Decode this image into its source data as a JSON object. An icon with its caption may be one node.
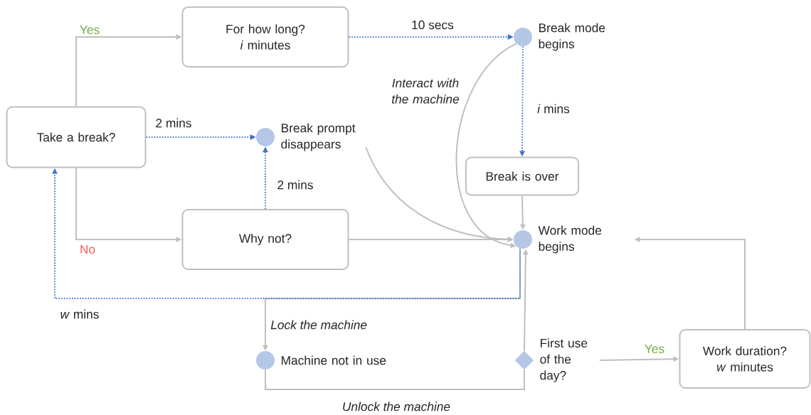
{
  "diagram": {
    "nodes": [
      {
        "text": [
          "Take a break?"
        ]
      },
      {
        "text": [
          "For how long? *i* minutes"
        ]
      },
      {
        "text": [],
        "shape": "circle",
        "beside": [
          "Break mode begins"
        ]
      },
      {
        "text": [],
        "shape": "circle",
        "beside": [
          "Break prompt disappears"
        ]
      },
      {
        "text": [
          "Break is over"
        ]
      },
      {
        "text": [
          "Why not?"
        ]
      },
      {
        "text": [],
        "shape": "circle",
        "beside": [
          "Work mode begins"
        ]
      },
      {
        "text": [],
        "shape": "circle",
        "beside": [
          "Machine not in use"
        ]
      },
      {
        "text": [],
        "shape": "diamond",
        "beside": [
          "First use of the day?"
        ]
      },
      {
        "text": [
          "Work duration? *w* minutes"
        ]
      }
    ],
    "edges": [
      {
        "from": 0,
        "to": 1,
        "arrow": "to",
        "label": "Yes"
      },
      {
        "from": 0,
        "to": 5,
        "arrow": "to",
        "label": "No"
      },
      {
        "from": 0,
        "to": 3,
        "arrow": "to",
        "label": "2 mins",
        "style": "dashed",
        "color": "#4472c4"
      },
      {
        "from": 1,
        "to": 2,
        "arrow": "to",
        "label": "10 secs",
        "style": "dashed",
        "color": "#4472c4"
      },
      {
        "from": 2,
        "to": 4,
        "arrow": "to",
        "label": "*i* mins",
        "style": "dashed",
        "color": "#4472c4"
      },
      {
        "from": 5,
        "to": 3,
        "arrow": "to",
        "label": "2 mins",
        "style": "dashed",
        "color": "#4472c4"
      },
      {
        "from": 3,
        "to": 6,
        "arrow": "to"
      },
      {
        "from": 2,
        "to": 6,
        "arrow": "to",
        "label": "Interact with the machine"
      },
      {
        "from": 4,
        "to": 6,
        "arrow": "to"
      },
      {
        "from": 5,
        "to": 6,
        "arrow": "to"
      },
      {
        "from": 6,
        "to": 0,
        "arrow": "to",
        "label": "*w* mins",
        "style": "dashed",
        "color": "#4472c4"
      },
      {
        "from": 6,
        "to": 7,
        "arrow": "to",
        "label": "Lock the machine"
      },
      {
        "from": 7,
        "to": 8,
        "arrow": "none",
        "label": "Unlock the machine"
      },
      {
        "from": 8,
        "to": 6,
        "arrow": "to"
      },
      {
        "from": 8,
        "to": 9,
        "arrow": "to",
        "label": "Yes"
      },
      {
        "from": 9,
        "to": 6,
        "arrow": "to"
      }
    ]
  }
}
